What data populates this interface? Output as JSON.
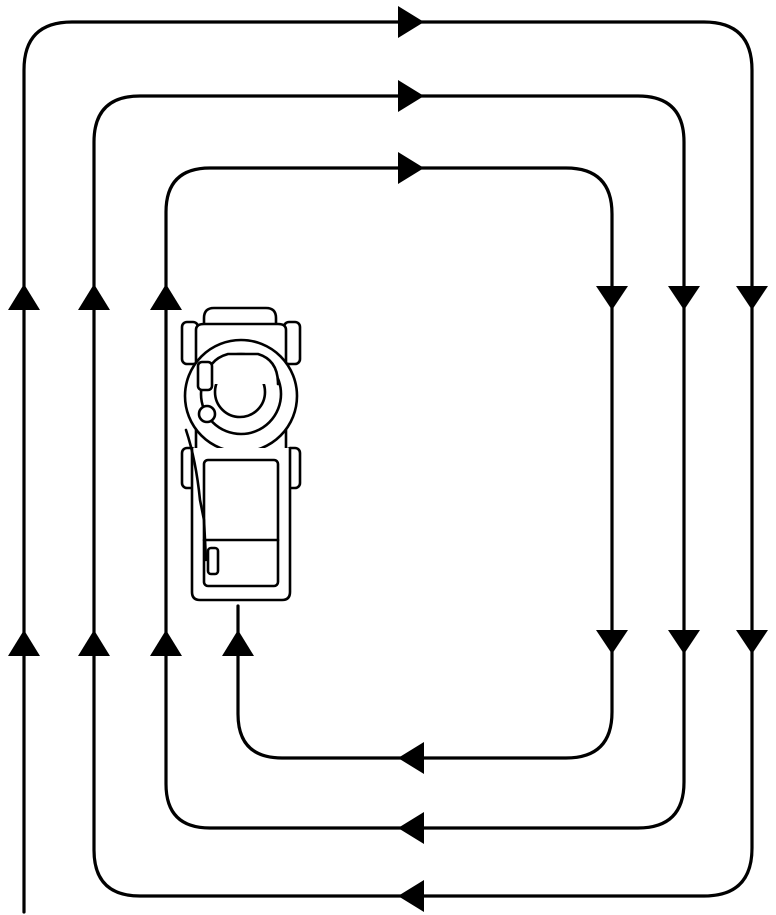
{
  "diagram": {
    "background": "#ffffff",
    "ink": "#000000",
    "paths": [
      {
        "name": "outer-loop",
        "direction": "clockwise"
      },
      {
        "name": "middle-loop",
        "direction": "clockwise"
      },
      {
        "name": "inner-loop",
        "direction": "clockwise"
      }
    ],
    "mower": {
      "icon": "lawn-mower-icon",
      "view": "top-down"
    }
  }
}
